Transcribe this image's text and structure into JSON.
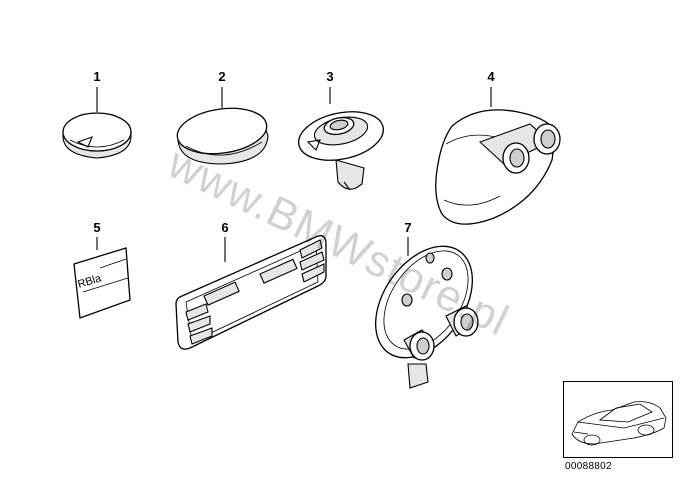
{
  "diagram": {
    "parts": [
      {
        "number": "1",
        "icon": "round-cap-with-arrow"
      },
      {
        "number": "2",
        "icon": "oval-plug"
      },
      {
        "number": "3",
        "icon": "grommet-with-clip"
      },
      {
        "number": "4",
        "icon": "rubber-sleeve-double-outlet"
      },
      {
        "number": "5",
        "icon": "label-sticker"
      },
      {
        "number": "6",
        "icon": "cable-channel-plate"
      },
      {
        "number": "7",
        "icon": "round-grommet-plate"
      }
    ],
    "label_text": "RBla",
    "watermark": "www.BMWstore.pl",
    "diagram_id": "00088802"
  }
}
